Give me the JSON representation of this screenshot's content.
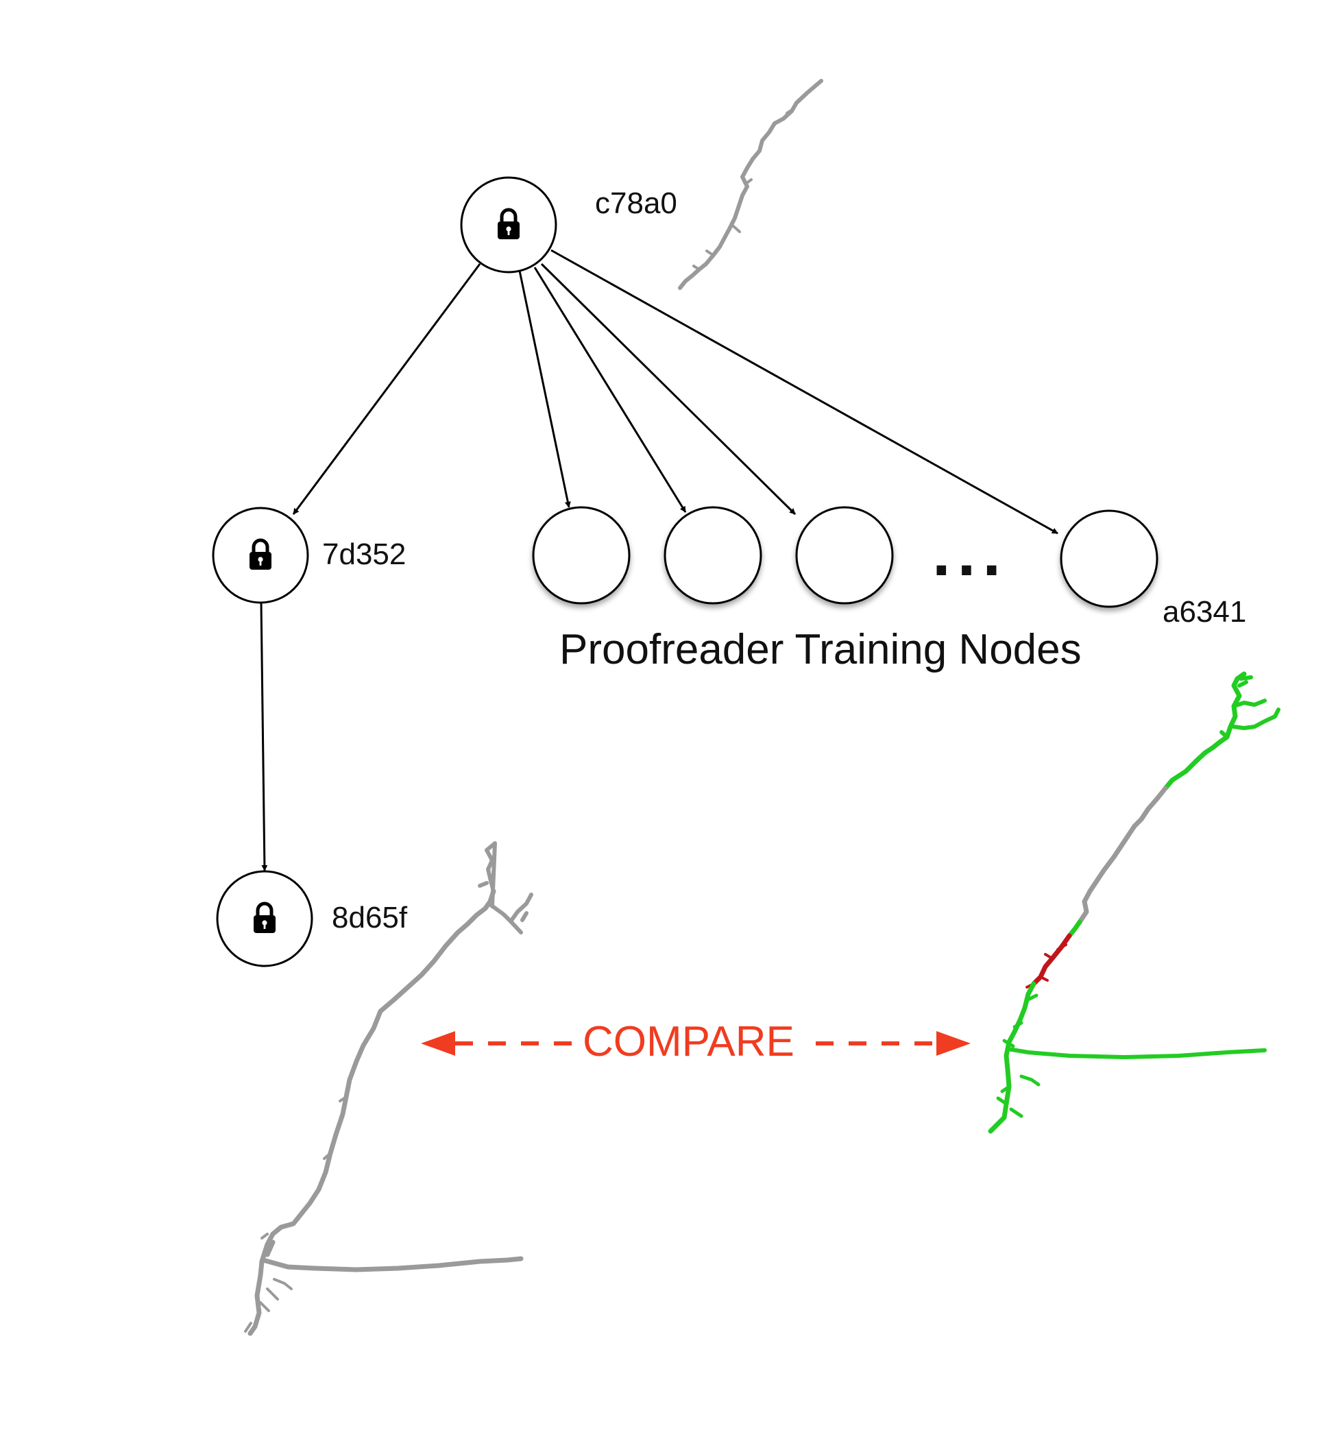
{
  "nodes": {
    "root": {
      "id": "c78a0",
      "locked": true
    },
    "left_child": {
      "id": "7d352",
      "locked": true
    },
    "left_grandchild": {
      "id": "8d65f",
      "locked": true
    },
    "training_nodes": [
      {
        "id": ""
      },
      {
        "id": ""
      },
      {
        "id": ""
      },
      {
        "id": "a6341"
      }
    ]
  },
  "captions": {
    "training_group": "Proofreader Training Nodes",
    "ellipsis": "...",
    "compare": "COMPARE"
  },
  "colors": {
    "edge": "#000000",
    "neuron_gray": "#9a9a9a",
    "neuron_match": "#22cc22",
    "neuron_error": "#c0161a",
    "compare_arrow": "#f03c20"
  },
  "icons": {
    "lock": "lock-icon"
  }
}
